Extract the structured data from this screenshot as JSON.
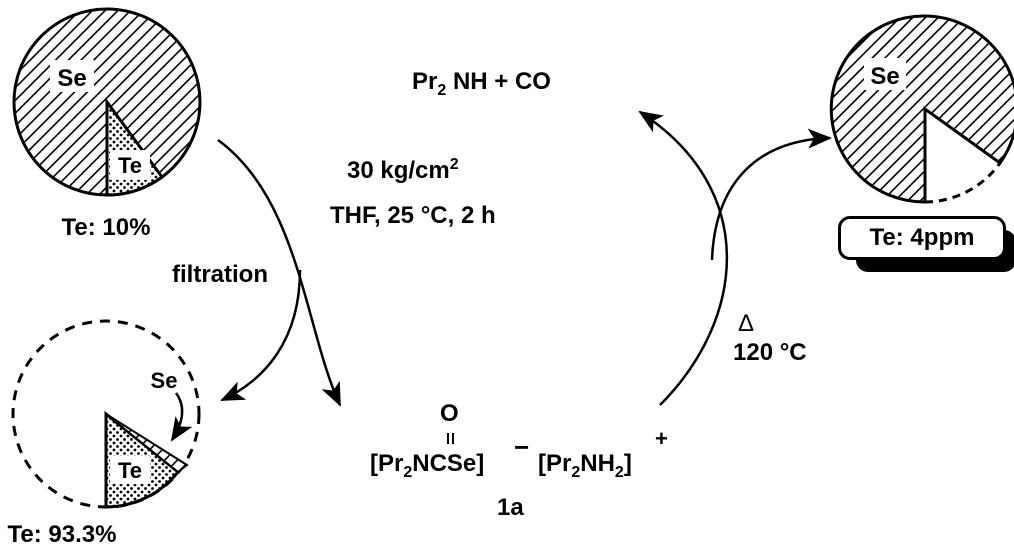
{
  "reaction": {
    "reactants": {
      "pre": "Pr",
      "sub": "2",
      "post": "NH + CO"
    },
    "pressure": {
      "value": "30 kg/cm",
      "sup": "2"
    },
    "conditions": "THF, 25 °C, 2 h",
    "heating": {
      "delta": "Δ",
      "temperature": "120 °C"
    },
    "filtration": "filtration"
  },
  "product": {
    "oxygen": "O",
    "anion": {
      "open": "[Pr",
      "sub": "2",
      "rest": "NCSe]",
      "charge": "−"
    },
    "cation": {
      "open": "[Pr",
      "sub": "2",
      "mid": "NH",
      "sub2": "2",
      "close": "]",
      "charge": "+"
    },
    "id": "1a"
  },
  "pies": {
    "start": {
      "major": "Se",
      "minor": "Te",
      "result": "Te: 10%"
    },
    "residue": {
      "major": "Se",
      "minor": "Te",
      "result": "Te: 93.3%"
    },
    "recovered": {
      "major": "Se",
      "result": "Te: 4ppm"
    }
  }
}
